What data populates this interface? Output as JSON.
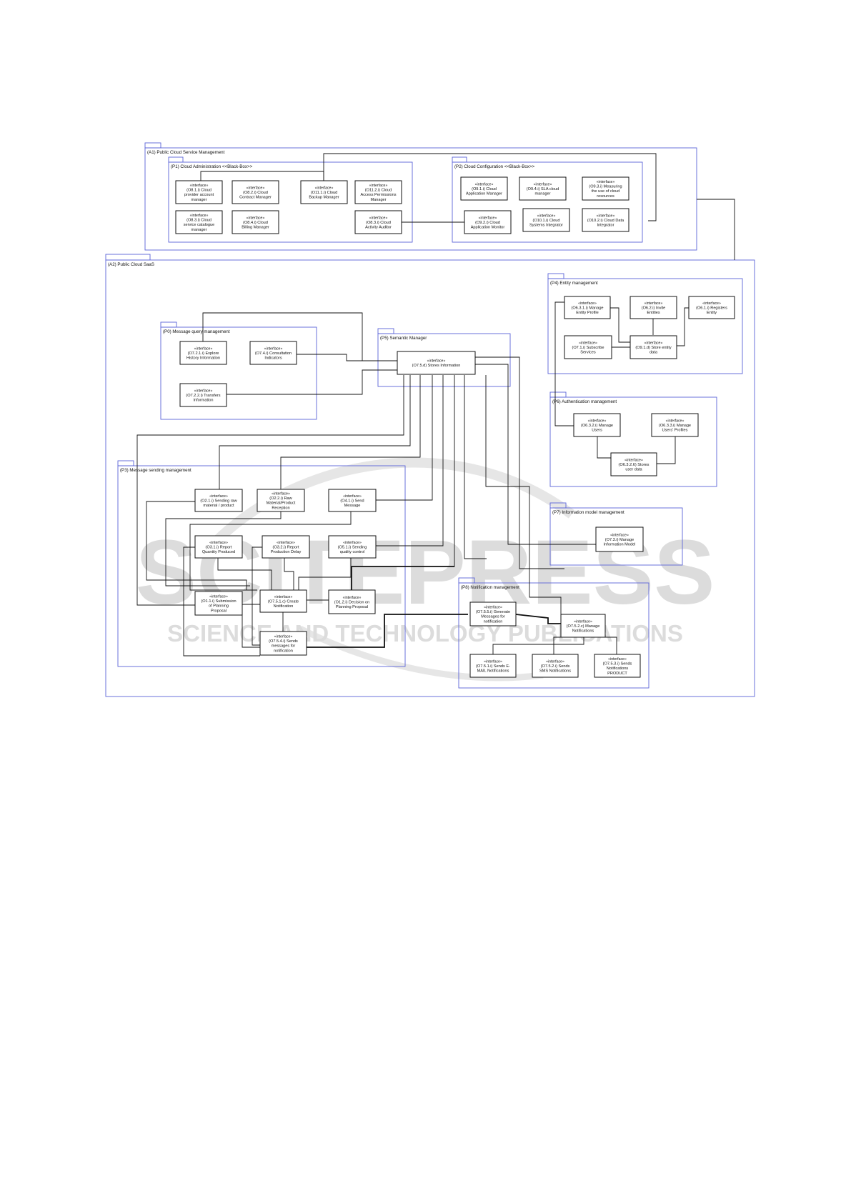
{
  "watermark": {
    "line1": "SCITEPRESS",
    "line2": "SCIENCE AND TECHNOLOGY PUBLICATIONS"
  },
  "stereotype": "«interface»",
  "packages": {
    "a1": "(A1) Public Cloud Service Management",
    "p1": "(P1) Cloud Administration <<Black-Box>>",
    "p2": "(P2) Cloud Configuration <<Black-Box>>",
    "a2": "(A2) Public Cloud SaaS",
    "p0": "(P0) Message query management",
    "p5": "(P5) Semantic Manager",
    "p4": "(P4) Entity management",
    "p6": "(P6) Authentication management",
    "p3": "(P3) Message sending management",
    "p7": "(P7) Information model management",
    "p8": "(P8) Notification management"
  },
  "components": {
    "o81": [
      "(O8.1.i) Cloud",
      "provider account",
      "manager"
    ],
    "o82": [
      "(O8.2.i) Cloud",
      "Contract Manager"
    ],
    "o111": [
      "(O11.1.i) Cloud",
      "Backup Manager"
    ],
    "o112": [
      "(O11.2.i) Cloud",
      "Access Permissions",
      "Manager"
    ],
    "o83": [
      "(O8.3.i) Cloud",
      "service catalogue",
      "manager"
    ],
    "o84": [
      "(O8.4.i) Cloud",
      "Billing Manager"
    ],
    "o83b": [
      "(O8.3.i) Cloud",
      "Activity Auditor"
    ],
    "o91": [
      "(O9.1.i) Cloud",
      "Application Manager"
    ],
    "o94": [
      "(O9.4.i) SLA cloud",
      "manager"
    ],
    "o93": [
      "(O9.3.i) Measuring",
      "the use of cloud",
      "resources"
    ],
    "o92": [
      "(O9.2.i) Cloud",
      "Application Monitor"
    ],
    "o101": [
      "(O10.1.i) Cloud",
      "Systems Integrator"
    ],
    "o102": [
      "(O10.2.i) Cloud Data",
      "Integrator"
    ],
    "o721": [
      "(O7.2.1.i) Explore",
      "History Information"
    ],
    "o74": [
      "(O7.4.i) Consultation",
      "Indicators"
    ],
    "o722": [
      "(O7.2.2.i) Transfers",
      "Information"
    ],
    "o75": [
      "(O7.5.d) Stores Information"
    ],
    "o631": [
      "(O6.3.1.i) Manage",
      "Entity Profile"
    ],
    "o62": [
      "(O6.2.i) Invite",
      "Entities"
    ],
    "o61": [
      "(O6.1.i) Registers",
      "Entity"
    ],
    "o71": [
      "(O7.1.i) Subscribe",
      "Services"
    ],
    "o91d": [
      "(O9.1.d) Store entity",
      "data"
    ],
    "o632": [
      "(O6.3.2.i) Manage",
      "Users"
    ],
    "o633": [
      "(O6.3.3.i) Manage",
      "Users' Profiles"
    ],
    "o6326": [
      "(O6.3.2.6) Stores",
      "user data"
    ],
    "o21": [
      "(O2.1.i) Sending raw",
      "material / product"
    ],
    "o22": [
      "(O2.2.i) Raw",
      "Material/Product",
      "Reception"
    ],
    "o41": [
      "(O4.1.i) Send",
      "Message"
    ],
    "o31": [
      "(O3.1.i) Report",
      "Quantity Produced"
    ],
    "o32": [
      "(O3.2.i) Report",
      "Production Delay"
    ],
    "o51": [
      "(O5.1.i) Sending",
      "quality control"
    ],
    "o73": [
      "(O7.3.i) Manage",
      "Information Model"
    ],
    "o11": [
      "(O1.1.i) Submission",
      "of Planning",
      "Proposal"
    ],
    "o751": [
      "(O7.5.1.c) Create",
      "Notification"
    ],
    "o12": [
      "(O1.2.i) Decision on",
      "Planning Proposal"
    ],
    "o754": [
      "(O7.5.4.i) Sends",
      "messages for",
      "notification"
    ],
    "o755": [
      "(O7.5.5.i) Generate",
      "Messages for",
      "notification"
    ],
    "o752": [
      "(O7.5.2.c) Manage",
      "Notifications"
    ],
    "o7511": [
      "(O7.5.1.i) Sends E-",
      "MAIL Notifications"
    ],
    "o7521": [
      "(O7.5.2.i) Sends",
      "SMS Notifications"
    ],
    "o7531": [
      "(O7.5.3.i) Sends",
      "Notifications",
      "PRODUCT"
    ]
  }
}
